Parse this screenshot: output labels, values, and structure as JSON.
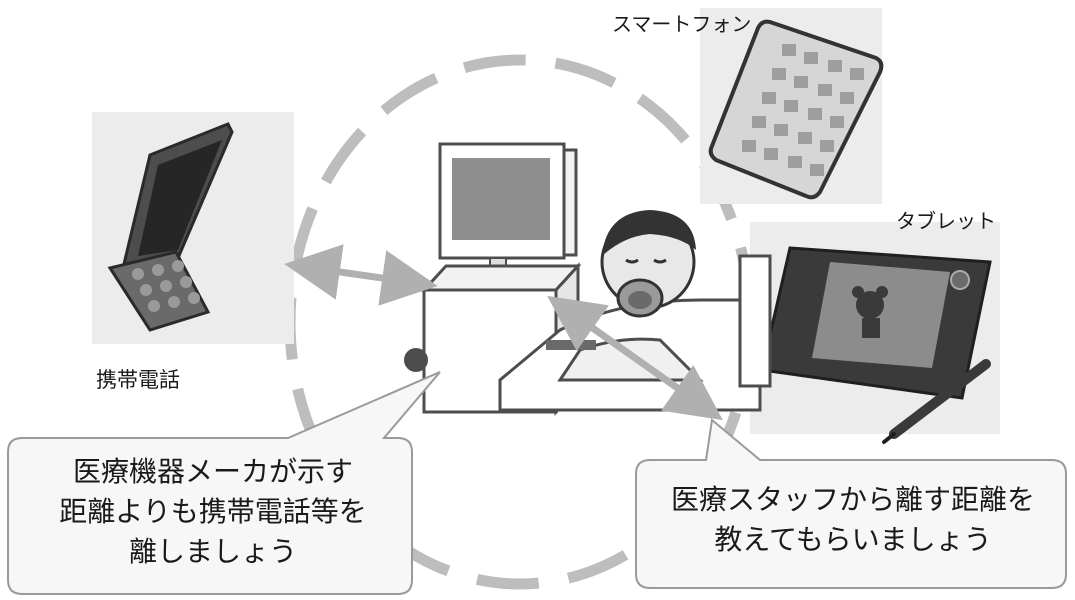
{
  "labels": {
    "mobile_phone": "携帯電話",
    "smartphone": "スマートフォン",
    "tablet": "タブレット"
  },
  "callouts": {
    "left": {
      "lines": [
        "医療機器メーカが示す",
        "距離よりも携帯電話等を",
        "離しましょう"
      ]
    },
    "right": {
      "lines": [
        "医療スタッフから離す距離を",
        "教えてもらいましょう"
      ]
    }
  },
  "colors": {
    "dashed_circle": "#b8b8b8",
    "arrow": "#b0b0b0",
    "callout_fill": "#f7f7f7",
    "callout_stroke": "#9a9a9a",
    "illustration_bg": "#e9e9e9",
    "text": "#1a1a1a"
  },
  "icons": [
    "flip-phone-icon",
    "smartphone-icon",
    "tablet-icon",
    "stylus-icon",
    "medical-device-icon",
    "patient-icon"
  ]
}
